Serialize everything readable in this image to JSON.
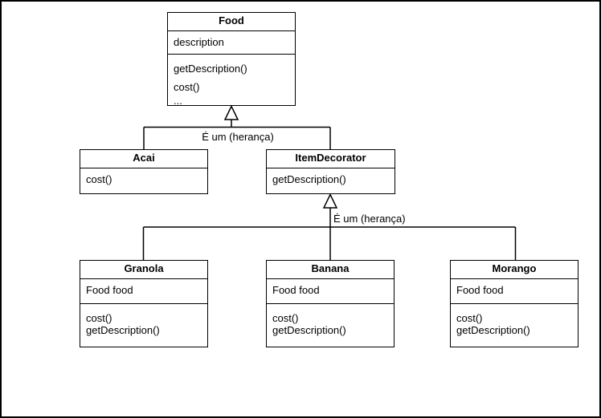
{
  "diagram": {
    "kind": "uml-class-diagram",
    "colors": {
      "stroke": "#000000",
      "background": "#ffffff",
      "text": "#000000"
    },
    "classes": {
      "food": {
        "name": "Food",
        "attributes": [
          "description"
        ],
        "methods": [
          "getDescription()",
          "cost()",
          "..."
        ]
      },
      "acai": {
        "name": "Acai",
        "attributes": [],
        "methods": [
          "cost()"
        ]
      },
      "item_decorator": {
        "name": "ItemDecorator",
        "attributes": [],
        "methods": [
          "getDescription()"
        ]
      },
      "granola": {
        "name": "Granola",
        "attributes": [
          "Food food"
        ],
        "methods": [
          "cost()",
          "getDescription()"
        ]
      },
      "banana": {
        "name": "Banana",
        "attributes": [
          "Food food"
        ],
        "methods": [
          "cost()",
          "getDescription()"
        ]
      },
      "morango": {
        "name": "Morango",
        "attributes": [
          "Food food"
        ],
        "methods": [
          "cost()",
          "getDescription()"
        ]
      }
    },
    "edges": [
      {
        "type": "inheritance",
        "label": "É um (herança)",
        "parent": "Food",
        "children": [
          "Acai",
          "ItemDecorator"
        ]
      },
      {
        "type": "inheritance",
        "label": "É um (herança)",
        "parent": "ItemDecorator",
        "children": [
          "Granola",
          "Banana",
          "Morango"
        ]
      }
    ]
  }
}
